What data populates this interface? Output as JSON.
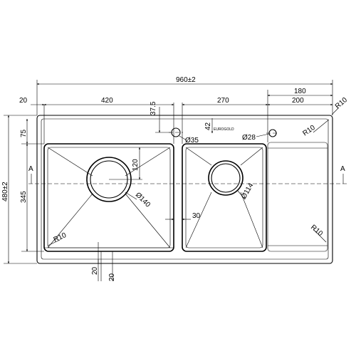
{
  "drawing": {
    "overall_width": "960±2",
    "overall_height": "480±2",
    "dim_180": "180",
    "dim_200": "200",
    "dim_20_left": "20",
    "dim_420": "420",
    "dim_37_5": "37.5",
    "dim_270": "270",
    "dim_42": "42",
    "dim_75": "75",
    "dim_345": "345",
    "dim_120": "120",
    "dim_30": "30",
    "dim_20_bottom_a": "20",
    "dim_20_bottom_b": "20",
    "tap_hole": "Ø35",
    "overflow_hole": "Ø28",
    "drain_big": "Ø140",
    "drain_small": "Ø114",
    "radius_r10_top": "R10",
    "radius_r10_corner": "R10",
    "radius_r10_left_bowl": "R10",
    "radius_r10_drainboard": "R10",
    "section_left": "A",
    "section_right": "A",
    "brand_mark": "EUROGOLD"
  }
}
